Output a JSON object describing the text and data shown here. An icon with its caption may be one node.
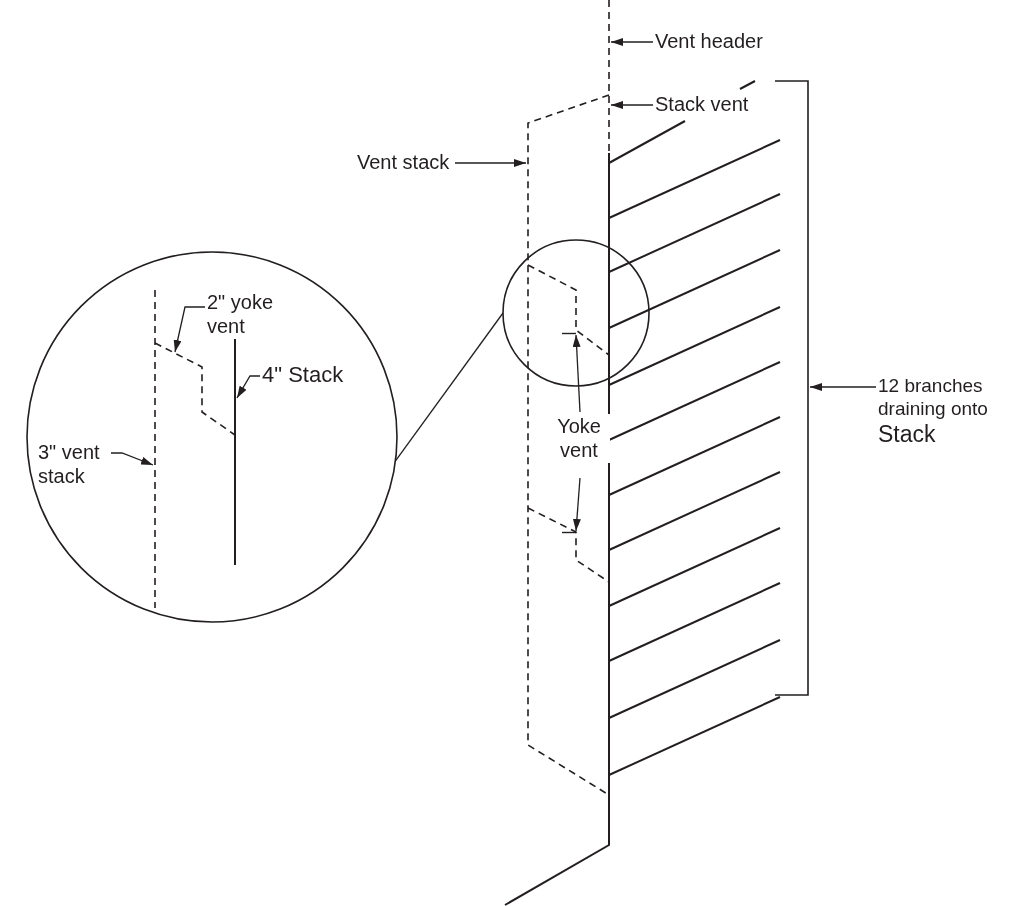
{
  "diagram": {
    "nodes": [
      {
        "text": [
          "Vent header"
        ]
      },
      {
        "text": [
          "Stack vent"
        ]
      },
      {
        "text": [
          "Vent stack"
        ]
      },
      {
        "text": [
          "Yoke vent"
        ]
      },
      {
        "text": [
          "12 branches draining onto",
          "Stack"
        ]
      },
      {
        "text": [],
        "shape": "circle"
      },
      {
        "text": [],
        "shape": "circle"
      },
      {
        "text": [
          "2\" yoke vent"
        ],
        "in": 5
      },
      {
        "text": [
          "4\" Stack"
        ],
        "in": 5
      },
      {
        "text": [
          "3\" vent stack"
        ],
        "in": 5
      },
      {
        "text": [],
        "shape": "bar",
        "in": 6
      },
      {
        "text": [],
        "shape": "bar"
      },
      {
        "text": [],
        "shape": "bracket"
      }
    ],
    "edges": [
      {
        "from": 0,
        "to": null,
        "arrow": "to"
      },
      {
        "from": 1,
        "to": null,
        "arrow": "to"
      },
      {
        "from": 2,
        "to": null,
        "arrow": "to"
      },
      {
        "from": 3,
        "to": 10,
        "arrow": "to"
      },
      {
        "from": 3,
        "to": 11,
        "arrow": "to"
      },
      {
        "from": 4,
        "to": 12,
        "arrow": "to"
      },
      {
        "from": 6,
        "to": 5,
        "arrow": "none"
      },
      {
        "from": 7,
        "to": null,
        "arrow": "to"
      },
      {
        "from": 8,
        "to": null,
        "arrow": "to"
      },
      {
        "from": 9,
        "to": null,
        "arrow": "to"
      }
    ]
  }
}
